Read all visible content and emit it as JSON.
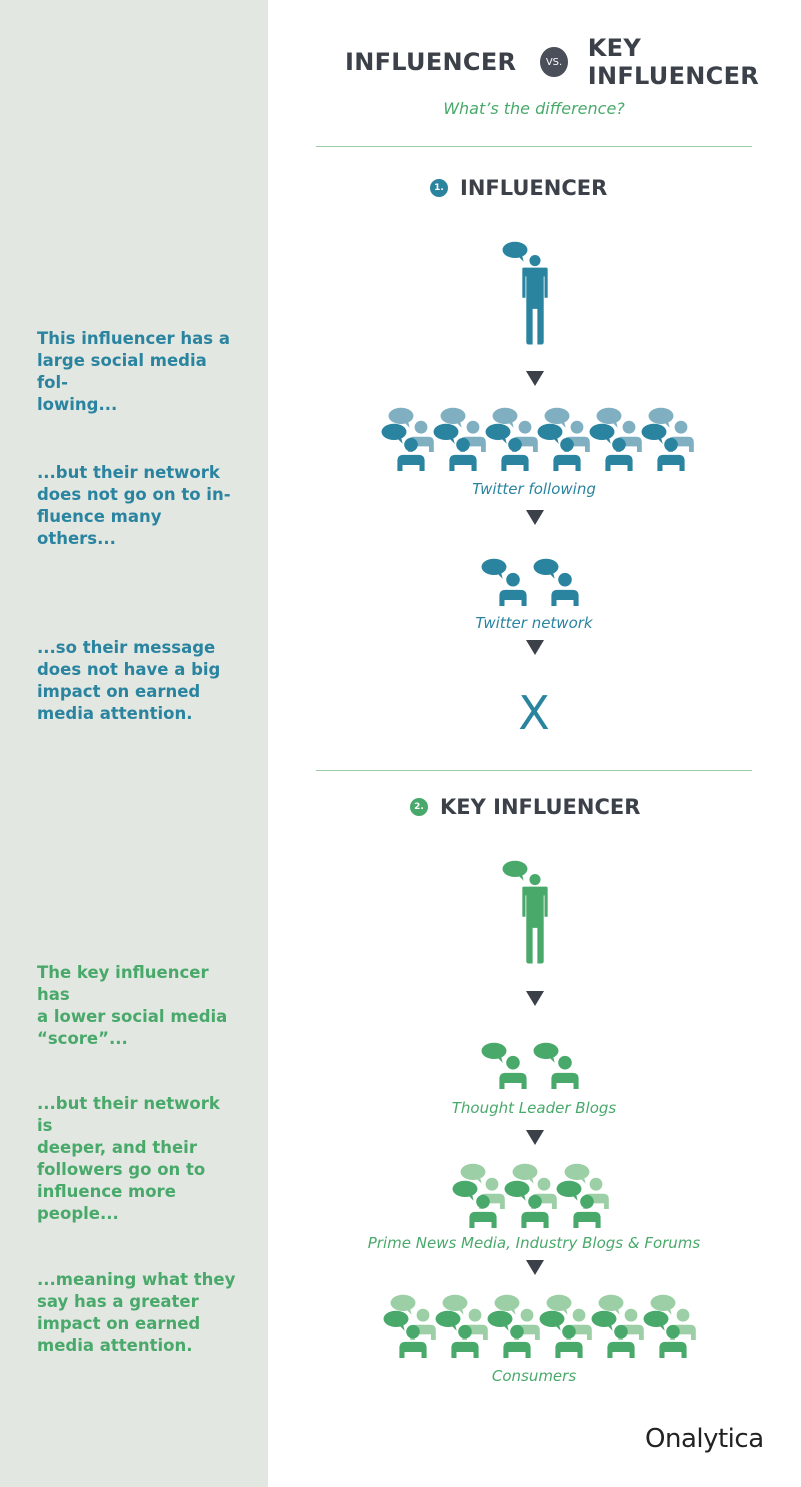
{
  "header": {
    "left_title": "INFLUENCER",
    "vs_label": "VS.",
    "right_title": "KEY INFLUENCER",
    "subtitle": "What’s the difference?"
  },
  "colors": {
    "blue": "#2a84a0",
    "blue_light": "#7fafc1",
    "green": "#49a96b",
    "green_light": "#9ccfa6",
    "dark": "#3b4049",
    "sidebar": "#e3e7e1"
  },
  "section1": {
    "number": "1.",
    "title": "INFLUENCER",
    "notes": [
      "This influencer has a\nlarge social media fol-\nlowing...",
      "...but their network\ndoes not go on to in-\nfluence many others...",
      "...so their message\ndoes not have a big\nimpact on earned\nmedia attention."
    ],
    "captions": {
      "following": "Twitter following",
      "network": "Twitter network"
    },
    "result_mark": "X"
  },
  "section2": {
    "number": "2.",
    "title": "KEY INFLUENCER",
    "notes": [
      "The key influencer has\na lower social media\n“score”...",
      "...but their network is\ndeeper, and their\nfollowers go on to\ninfluence more\npeople...",
      "...meaning what they\nsay has a greater\nimpact on earned\nmedia attention."
    ],
    "captions": {
      "blogs": "Thought Leader Blogs",
      "media": "Prime News Media, Industry Blogs & Forums",
      "consumers": "Consumers"
    }
  },
  "footer": {
    "logo": "Onalytica"
  }
}
